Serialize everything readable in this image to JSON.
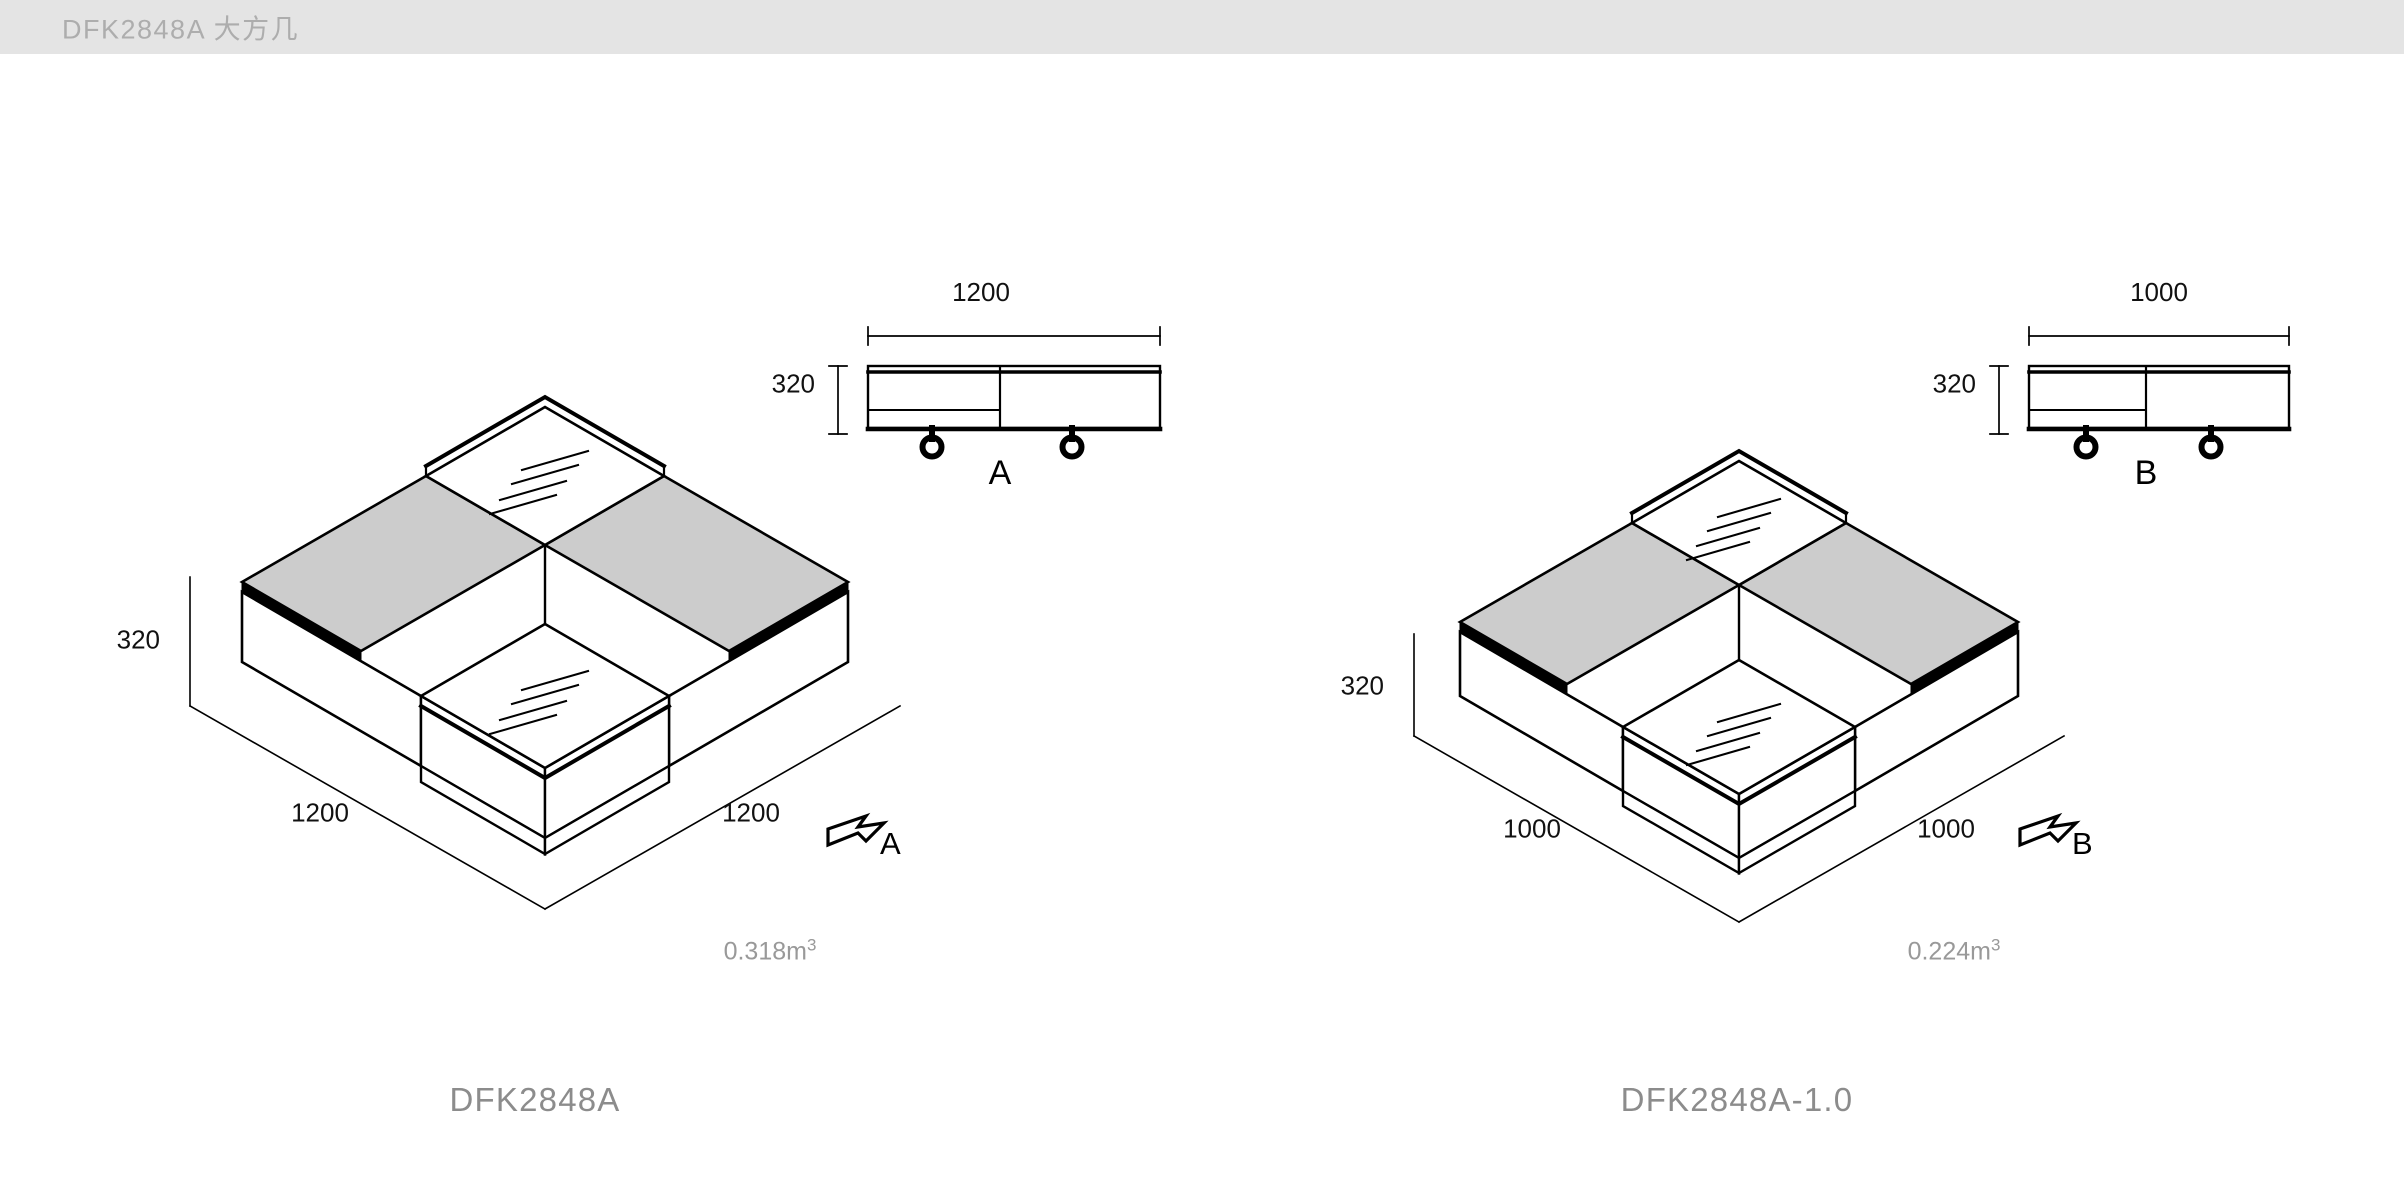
{
  "header": {
    "title": "DFK2848A 大方几",
    "background": "#e4e4e4",
    "text_color": "#adadad"
  },
  "colors": {
    "line": "#000000",
    "panel_fill": "#cccccc",
    "glass_fill": "#ffffff",
    "caption_text": "#8c8c8c",
    "volume_text": "#999999",
    "page_background": "#ffffff"
  },
  "products": [
    {
      "id": "dfk2848a",
      "caption": "DFK2848A",
      "volume": "0.318m",
      "volume_exponent": "3",
      "elevation": {
        "view_letter": "A",
        "width_dim": "1200",
        "height_dim": "320",
        "caster_count": 2
      },
      "isometric": {
        "view_marker_letter": "A",
        "height_dim": "320",
        "width_dim_left": "1200",
        "width_dim_right": "1200",
        "top_panels": [
          {
            "position": "left",
            "type": "stone",
            "fill": "#cccccc"
          },
          {
            "position": "right",
            "type": "stone",
            "fill": "#cccccc"
          },
          {
            "position": "back",
            "type": "glass",
            "fill": "#ffffff"
          },
          {
            "position": "front",
            "type": "glass",
            "fill": "#ffffff"
          }
        ]
      }
    },
    {
      "id": "dfk2848a-1-0",
      "caption": "DFK2848A-1.0",
      "volume": "0.224m",
      "volume_exponent": "3",
      "elevation": {
        "view_letter": "B",
        "width_dim": "1000",
        "height_dim": "320",
        "caster_count": 2
      },
      "isometric": {
        "view_marker_letter": "B",
        "height_dim": "320",
        "width_dim_left": "1000",
        "width_dim_right": "1000",
        "top_panels": [
          {
            "position": "left",
            "type": "stone",
            "fill": "#cccccc"
          },
          {
            "position": "right",
            "type": "stone",
            "fill": "#cccccc"
          },
          {
            "position": "back",
            "type": "glass",
            "fill": "#ffffff"
          },
          {
            "position": "front",
            "type": "glass",
            "fill": "#ffffff"
          }
        ]
      }
    }
  ]
}
